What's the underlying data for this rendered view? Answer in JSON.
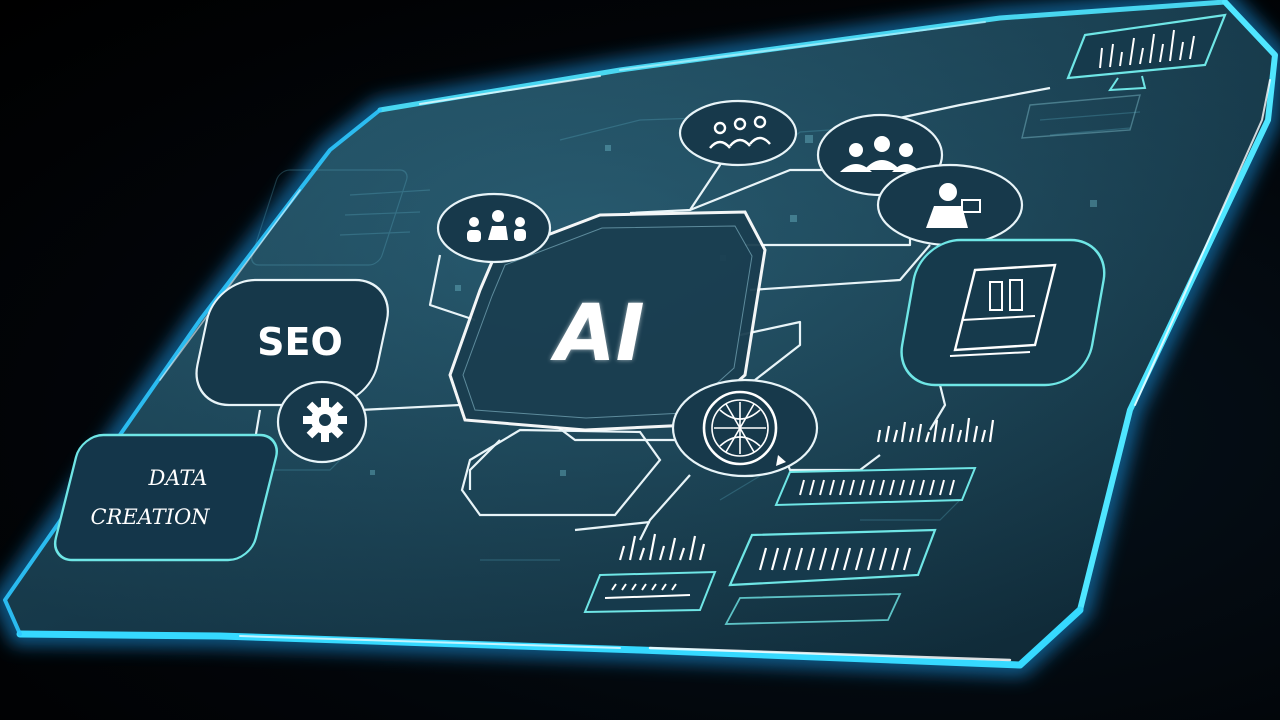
{
  "center_label": "AI",
  "seo_label": "SEO",
  "data_label_line1": "DATA",
  "data_label_line2": "CREATION",
  "icons": [
    "settings-gear-icon",
    "people-group-icon",
    "teamwork-icon",
    "user-presenter-icon",
    "global-network-icon",
    "document-icon",
    "monitor-chart-icon"
  ],
  "colors": {
    "frame_glow": "#36c8ff",
    "frame_edge": "#4fe6ff",
    "panel_fill": "#163646",
    "line_white": "#f2f8fb",
    "accent_teal": "#6fe6e6"
  }
}
